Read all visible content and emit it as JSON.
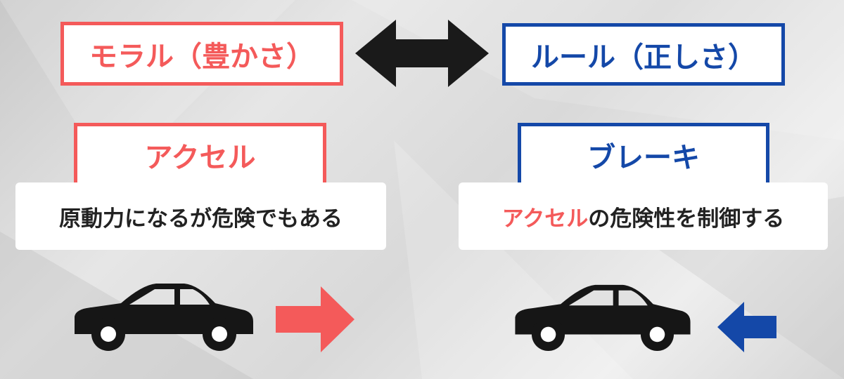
{
  "moral": {
    "label": "モラル（豊かさ）"
  },
  "rule": {
    "label": "ルール（正しさ）"
  },
  "accel": {
    "label": "アクセル"
  },
  "brake": {
    "label": "ブレーキ"
  },
  "desc_left": {
    "text": "原動力になるが危険でもある"
  },
  "desc_right": {
    "highlight": "アクセル",
    "rest": "の危険性を制御する"
  },
  "colors": {
    "red": "#f45a5a",
    "blue": "#1448a8",
    "dark": "#222222"
  },
  "icons": [
    "double-arrow-icon",
    "car-icon",
    "arrow-right-icon",
    "arrow-left-icon"
  ]
}
